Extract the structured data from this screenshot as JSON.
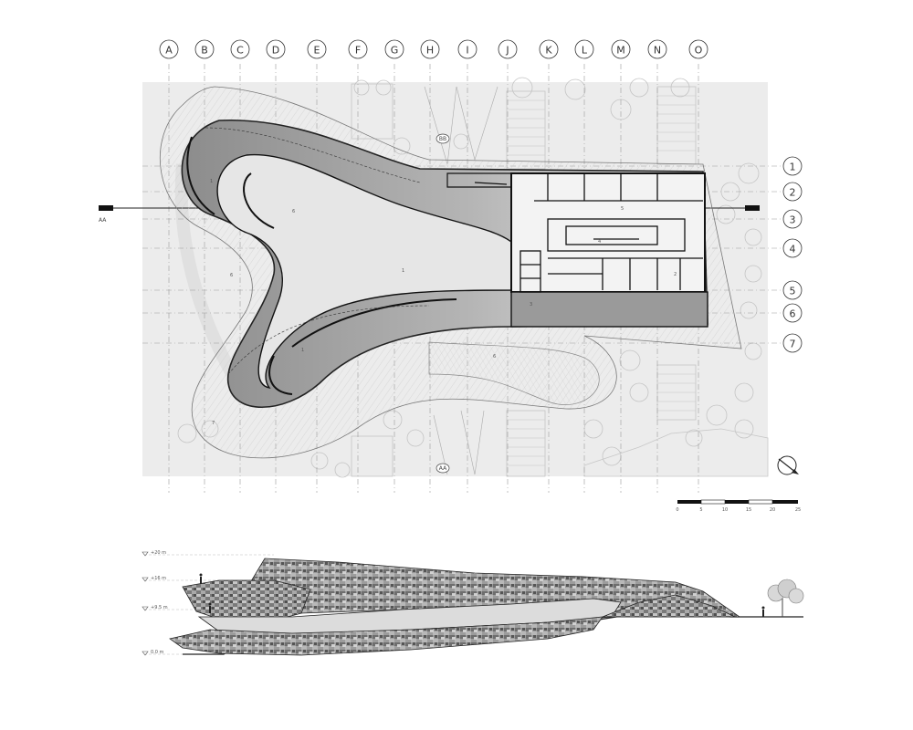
{
  "column_axes": [
    "A",
    "B",
    "C",
    "D",
    "E",
    "F",
    "G",
    "H",
    "I",
    "J",
    "K",
    "L",
    "M",
    "N",
    "O"
  ],
  "row_axes": [
    "1",
    "2",
    "3",
    "4",
    "5",
    "6",
    "7"
  ],
  "section_marker": {
    "label": "AA"
  },
  "section_marks": {
    "top": "BB",
    "bottom": "AA"
  },
  "room_numbers": [
    "1",
    "6",
    "6",
    "1",
    "5",
    "4",
    "2",
    "3",
    "6",
    "1",
    "7"
  ],
  "scale_bar": {
    "ticks": [
      "0",
      "5",
      "10",
      "15",
      "20",
      "25"
    ]
  },
  "elevation_levels": [
    "+20 m",
    "+16 m",
    "+9.5 m",
    "0.0 m"
  ],
  "colors": {
    "plan_background": "#ececec",
    "ramp_fill": "#9a9a9a",
    "wall": "#1a1a1a",
    "line": "#777777"
  }
}
